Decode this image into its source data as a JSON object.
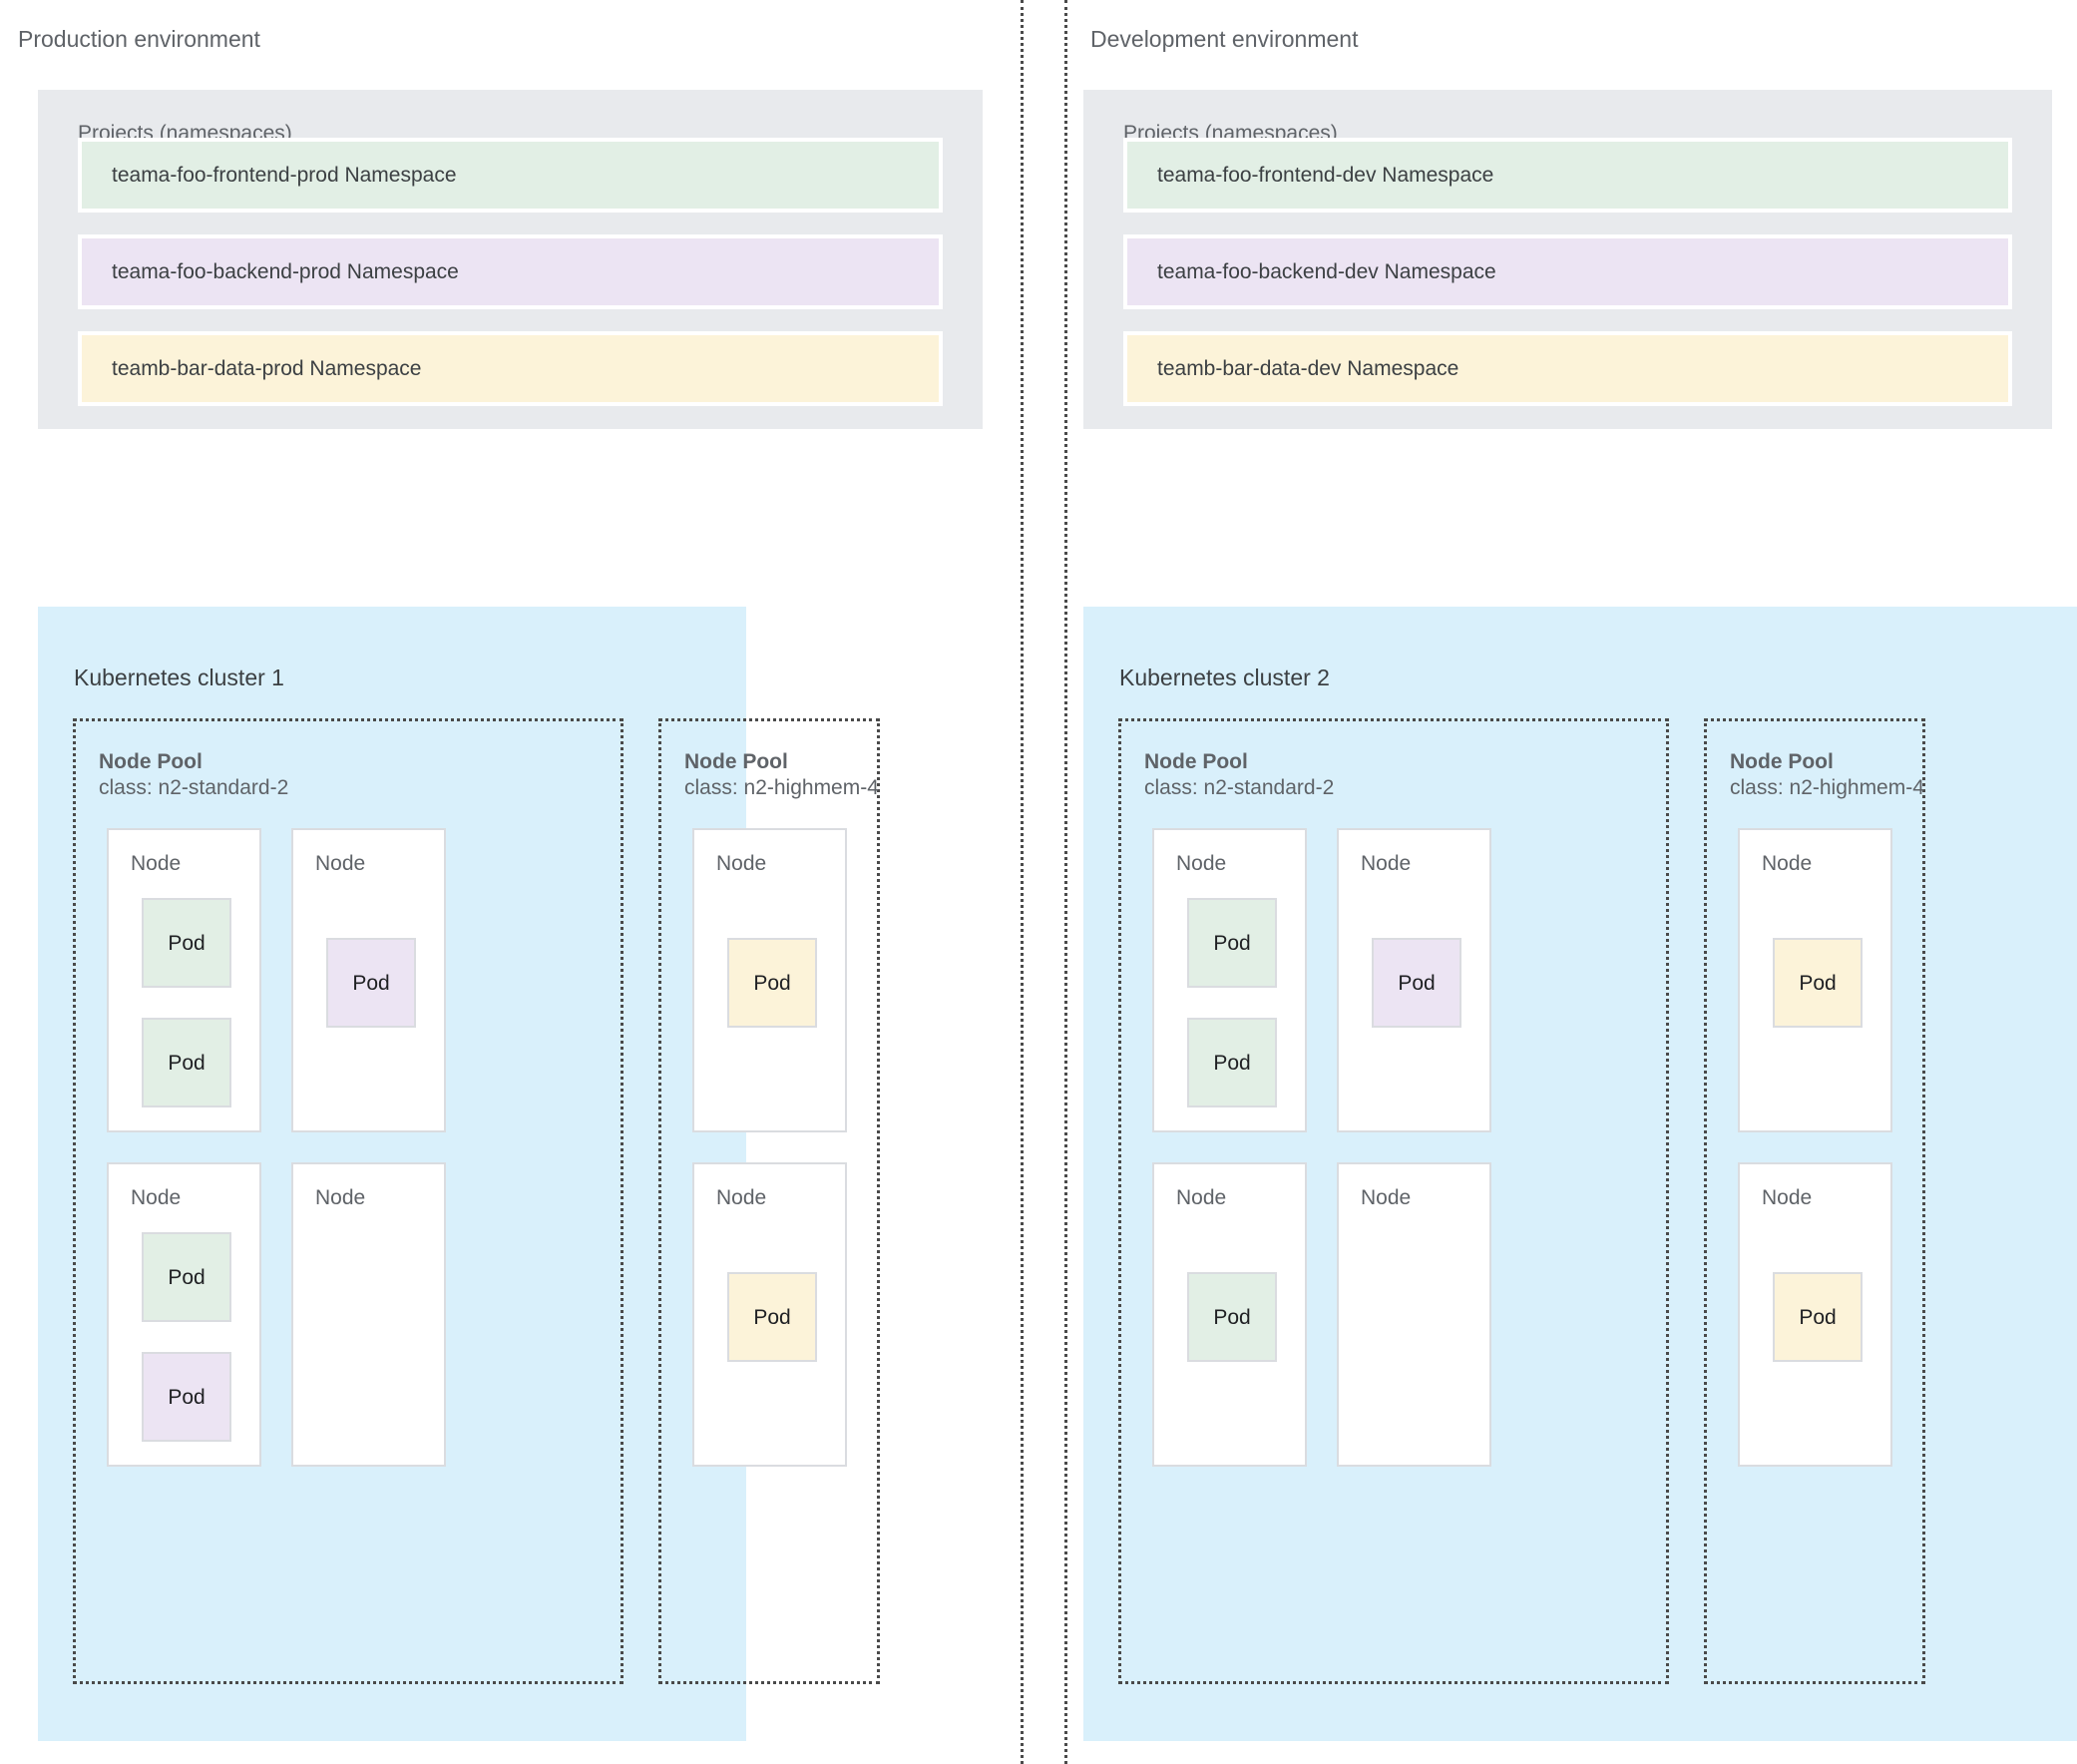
{
  "colors": {
    "page_bg": "#ffffff",
    "projects_panel_bg": "#e8eaed",
    "cluster_bg": "#d9f0fb",
    "node_bg": "#ffffff",
    "pod_green": "#e2efe5",
    "pod_purple": "#ece4f3",
    "pod_yellow": "#fcf3d9",
    "text_muted": "#5f6368",
    "text_dark": "#3c4043",
    "border_light": "#dadce0",
    "divider": "#4a4a4a"
  },
  "environments": [
    {
      "title": "Production environment",
      "projects": {
        "title": "Projects (namespaces)",
        "namespaces": [
          {
            "label": "teama-foo-frontend-prod Namespace",
            "color": "pod_green"
          },
          {
            "label": "teama-foo-backend-prod Namespace",
            "color": "pod_purple"
          },
          {
            "label": "teamb-bar-data-prod Namespace",
            "color": "pod_yellow"
          }
        ]
      },
      "cluster": {
        "title": "Kubernetes cluster 1",
        "node_pools": [
          {
            "name": "Node Pool",
            "class": "class: n2-standard-2",
            "nodes": [
              {
                "label": "Node",
                "pods": [
                  {
                    "label": "Pod",
                    "color": "pod_green"
                  },
                  {
                    "label": "Pod",
                    "color": "pod_green"
                  }
                ]
              },
              {
                "label": "Node",
                "pods": [
                  {
                    "label": "Pod",
                    "color": "pod_purple"
                  }
                ]
              },
              {
                "label": "Node",
                "pods": [
                  {
                    "label": "Pod",
                    "color": "pod_green"
                  },
                  {
                    "label": "Pod",
                    "color": "pod_purple"
                  }
                ]
              },
              {
                "label": "Node",
                "pods": []
              }
            ]
          },
          {
            "name": "Node Pool",
            "class": "class: n2-highmem-4",
            "nodes": [
              {
                "label": "Node",
                "pods": [
                  {
                    "label": "Pod",
                    "color": "pod_yellow"
                  }
                ]
              },
              {
                "label": "Node",
                "pods": [
                  {
                    "label": "Pod",
                    "color": "pod_yellow"
                  }
                ]
              }
            ]
          }
        ]
      }
    },
    {
      "title": "Development environment",
      "projects": {
        "title": "Projects (namespaces)",
        "namespaces": [
          {
            "label": "teama-foo-frontend-dev Namespace",
            "color": "pod_green"
          },
          {
            "label": "teama-foo-backend-dev Namespace",
            "color": "pod_purple"
          },
          {
            "label": "teamb-bar-data-dev Namespace",
            "color": "pod_yellow"
          }
        ]
      },
      "cluster": {
        "title": "Kubernetes cluster 2",
        "node_pools": [
          {
            "name": "Node Pool",
            "class": "class: n2-standard-2",
            "nodes": [
              {
                "label": "Node",
                "pods": [
                  {
                    "label": "Pod",
                    "color": "pod_green"
                  },
                  {
                    "label": "Pod",
                    "color": "pod_green"
                  }
                ]
              },
              {
                "label": "Node",
                "pods": [
                  {
                    "label": "Pod",
                    "color": "pod_purple"
                  }
                ]
              },
              {
                "label": "Node",
                "pods": [
                  {
                    "label": "Pod",
                    "color": "pod_green"
                  }
                ]
              },
              {
                "label": "Node",
                "pods": []
              }
            ]
          },
          {
            "name": "Node Pool",
            "class": "class: n2-highmem-4",
            "nodes": [
              {
                "label": "Node",
                "pods": [
                  {
                    "label": "Pod",
                    "color": "pod_yellow"
                  }
                ]
              },
              {
                "label": "Node",
                "pods": [
                  {
                    "label": "Pod",
                    "color": "pod_yellow"
                  }
                ]
              }
            ]
          }
        ]
      }
    }
  ]
}
